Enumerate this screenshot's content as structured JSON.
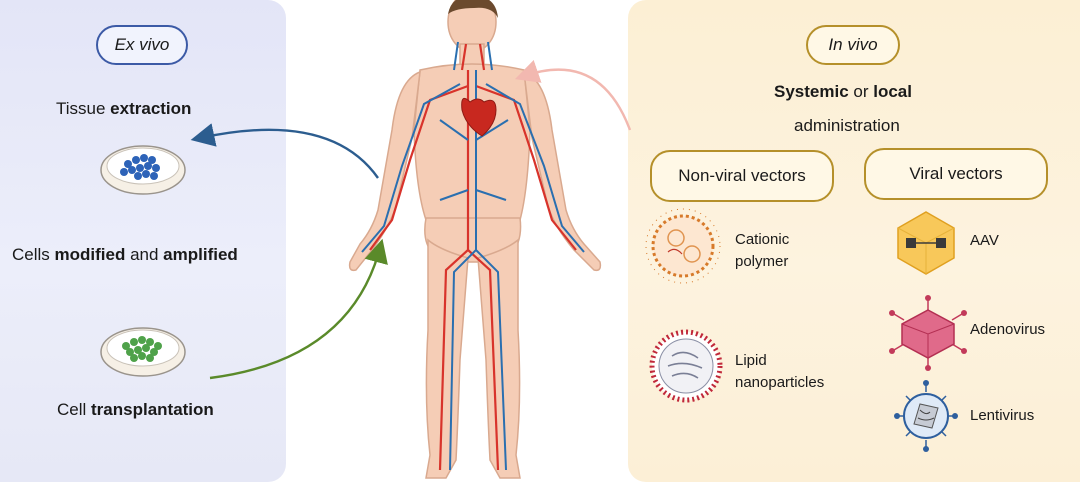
{
  "ex_vivo": {
    "title": "Ex vivo",
    "step1": {
      "prefix": "Tissue ",
      "bold": "extraction"
    },
    "step2": {
      "p1": "Cells ",
      "b1": "modified",
      "p2": " and ",
      "b2": "amplified"
    },
    "step3": {
      "prefix": "Cell ",
      "bold": "transplantation"
    }
  },
  "in_vivo": {
    "title": "In vivo",
    "admin": {
      "b1": "Systemic",
      "p1": " or ",
      "b2": "local",
      "line2": "administration"
    },
    "non_viral": {
      "title": "Non-viral vectors",
      "items": [
        {
          "line1": "Cationic",
          "line2": "polymer",
          "icon": "cationic-polymer-icon"
        },
        {
          "line1": "Lipid",
          "line2": "nanoparticles",
          "icon": "lipid-nanoparticle-icon"
        }
      ]
    },
    "viral": {
      "title": "Viral vectors",
      "items": [
        {
          "label": "AAV",
          "icon": "aav-icon"
        },
        {
          "label": "Adenovirus",
          "icon": "adenovirus-icon"
        },
        {
          "label": "Lentivirus",
          "icon": "lentivirus-icon"
        }
      ]
    }
  },
  "colors": {
    "ex_vivo_bg": "#e3e5f7",
    "in_vivo_bg": "#fcefd4",
    "artery": "#d8332b",
    "vein": "#2a6fb0",
    "arrow_blue": "#2c5d8f",
    "arrow_green": "#5a8a2a",
    "arrow_pink": "#f2b8b0"
  }
}
